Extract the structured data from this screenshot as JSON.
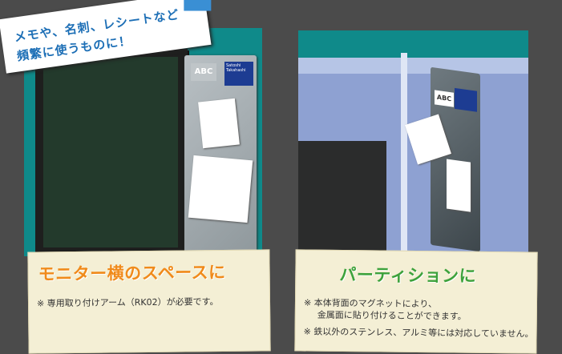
{
  "badge": {
    "line1": "メモや、名刺、レシートなど",
    "line2": "頻繁に使うものに！"
  },
  "left": {
    "card_abc": "ABC",
    "card_name": "Satoshi Takahashi",
    "title": "モニター横のスペースに",
    "note": "※ 専用取り付けアーム（RK02）が必要です。",
    "title_color": "#f08a1a"
  },
  "right": {
    "card_abc": "ABC",
    "title": "パーティションに",
    "note1": "※ 本体背面のマグネットにより、",
    "note1b": "金属面に貼り付けることができます。",
    "note2": "※ 鉄以外のステンレス、アルミ等には対応していません。",
    "title_color": "#3da23c"
  },
  "colors": {
    "background": "#4b4b4b",
    "scene_teal": "#0f8a8a",
    "card_blue": "#1d3c92",
    "caption_paper": "#f4efd5"
  }
}
